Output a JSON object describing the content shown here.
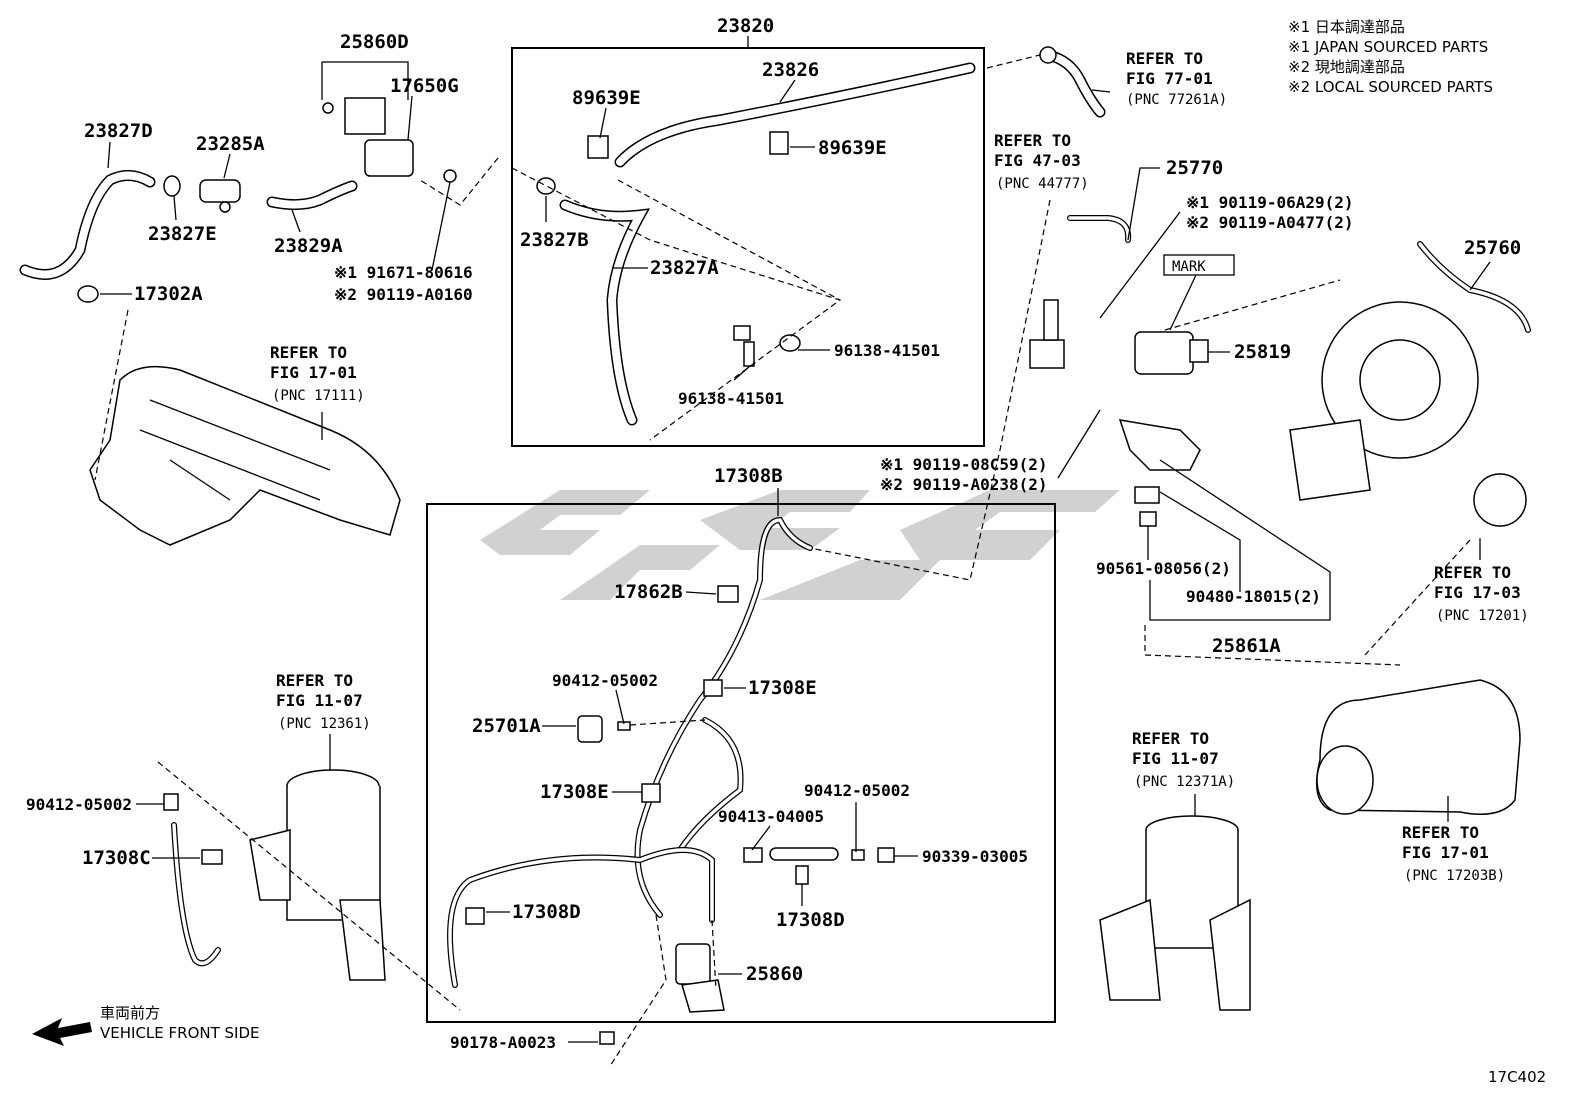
{
  "diagram_id": "17C402",
  "legend": {
    "line1": "※1  日本調達部品",
    "line2": "※1  JAPAN SOURCED PARTS",
    "line3": "※2  現地調達部品",
    "line4": "※2  LOCAL SOURCED PARTS"
  },
  "labels": {
    "p23820": "23820",
    "p23826": "23826",
    "p89639e_a": "89639E",
    "p89639e_b": "89639E",
    "p23827b": "23827B",
    "p23827a": "23827A",
    "p96138_a": "96138-41501",
    "p96138_b": "96138-41501",
    "p25860d": "25860D",
    "p17650g": "17650G",
    "p23827d": "23827D",
    "p23285a": "23285A",
    "p23827e": "23827E",
    "p23829a": "23829A",
    "p17302a": "17302A",
    "p91671": "※1  91671-80616",
    "p90119_a0160": "※2  90119-A0160",
    "p17308b": "17308B",
    "p17862b": "17862B",
    "p90412_a": "90412-05002",
    "p17308e_a": "17308E",
    "p25701a": "25701A",
    "p17308e_b": "17308E",
    "p90412_b": "90412-05002",
    "p90413": "90413-04005",
    "p90339": "90339-03005",
    "p17308d_a": "17308D",
    "p17308d_b": "17308D",
    "p25860": "25860",
    "p90178": "90178-A0023",
    "p90412_c": "90412-05002",
    "p17308c": "17308C",
    "p25770": "25770",
    "p90119_06a29": "※1 90119-06A29(2)",
    "p90119_a0477": "※2 90119-A0477(2)",
    "mark": "MARK",
    "p25819": "25819",
    "p25760": "25760",
    "p90119_08c59": "※1 90119-08C59(2)",
    "p90119_a0238": "※2 90119-A0238(2)",
    "p90561": "90561-08056(2)",
    "p90480": "90480-18015(2)",
    "p25861a": "25861A"
  },
  "refers": {
    "fig77": {
      "l1": "REFER TO",
      "l2": "FIG 77-01",
      "l3": "(PNC 77261A)"
    },
    "fig47": {
      "l1": "REFER TO",
      "l2": "FIG 47-03",
      "l3": "(PNC 44777)"
    },
    "fig17_01a": {
      "l1": "REFER TO",
      "l2": "FIG 17-01",
      "l3": "(PNC 17111)"
    },
    "fig11_07a": {
      "l1": "REFER TO",
      "l2": "FIG 11-07",
      "l3": "(PNC 12361)"
    },
    "fig11_07b": {
      "l1": "REFER TO",
      "l2": "FIG 11-07",
      "l3": "(PNC 12371A)"
    },
    "fig17_03": {
      "l1": "REFER TO",
      "l2": "FIG 17-03",
      "l3": "(PNC 17201)"
    },
    "fig17_01b": {
      "l1": "REFER TO",
      "l2": "FIG 17-01",
      "l3": "(PNC 17203B)"
    }
  },
  "direction": {
    "jp": "車両前方",
    "en": "VEHICLE FRONT SIDE"
  }
}
